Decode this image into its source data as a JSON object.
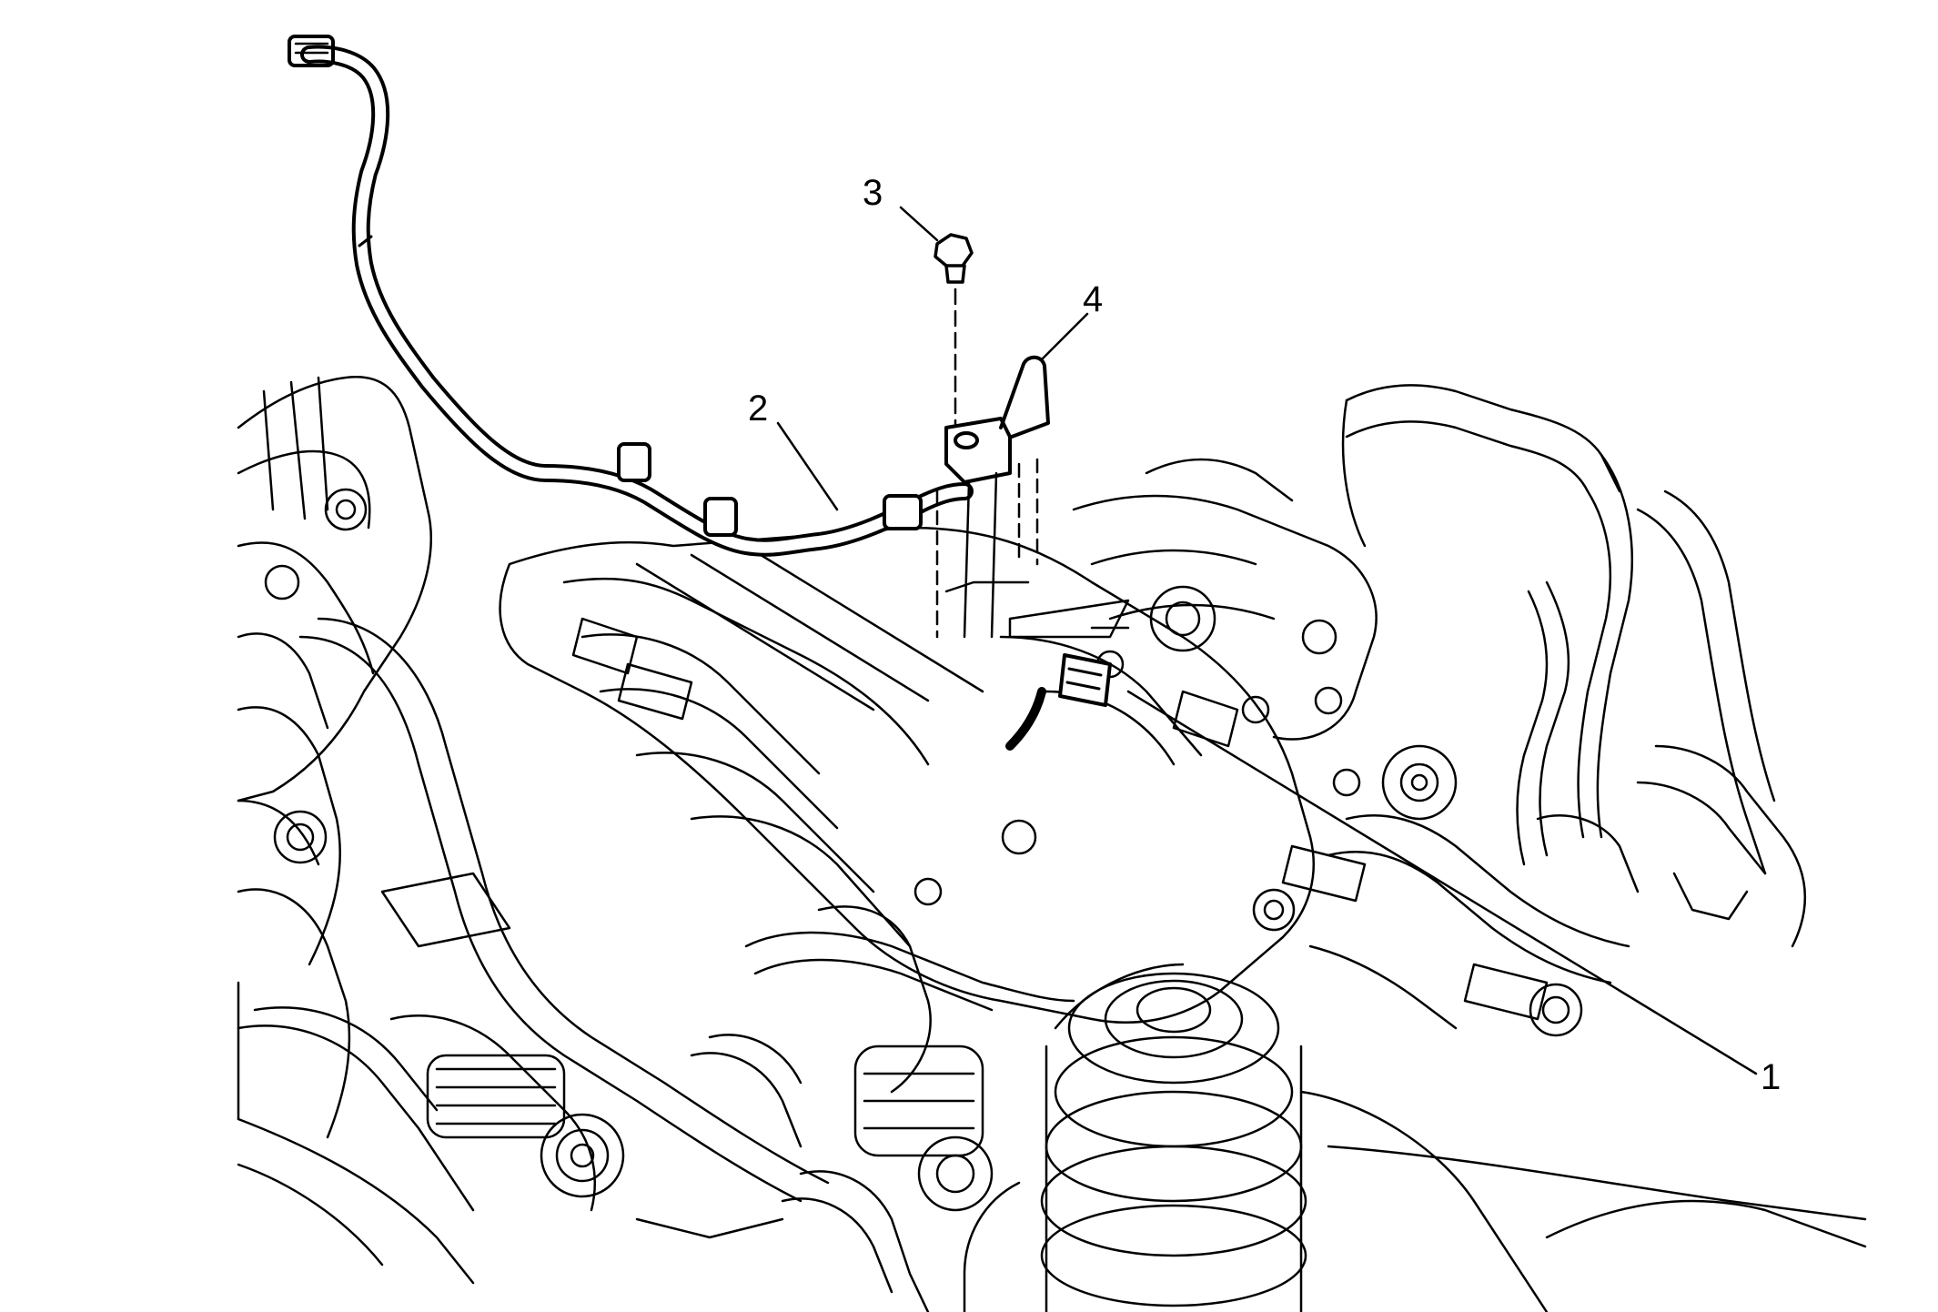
{
  "callouts": [
    {
      "id": "1",
      "label": "1"
    },
    {
      "id": "2",
      "label": "2"
    },
    {
      "id": "3",
      "label": "3"
    },
    {
      "id": "4",
      "label": "4"
    }
  ],
  "colors": {
    "background": "#ffffff",
    "line": "#000000"
  }
}
